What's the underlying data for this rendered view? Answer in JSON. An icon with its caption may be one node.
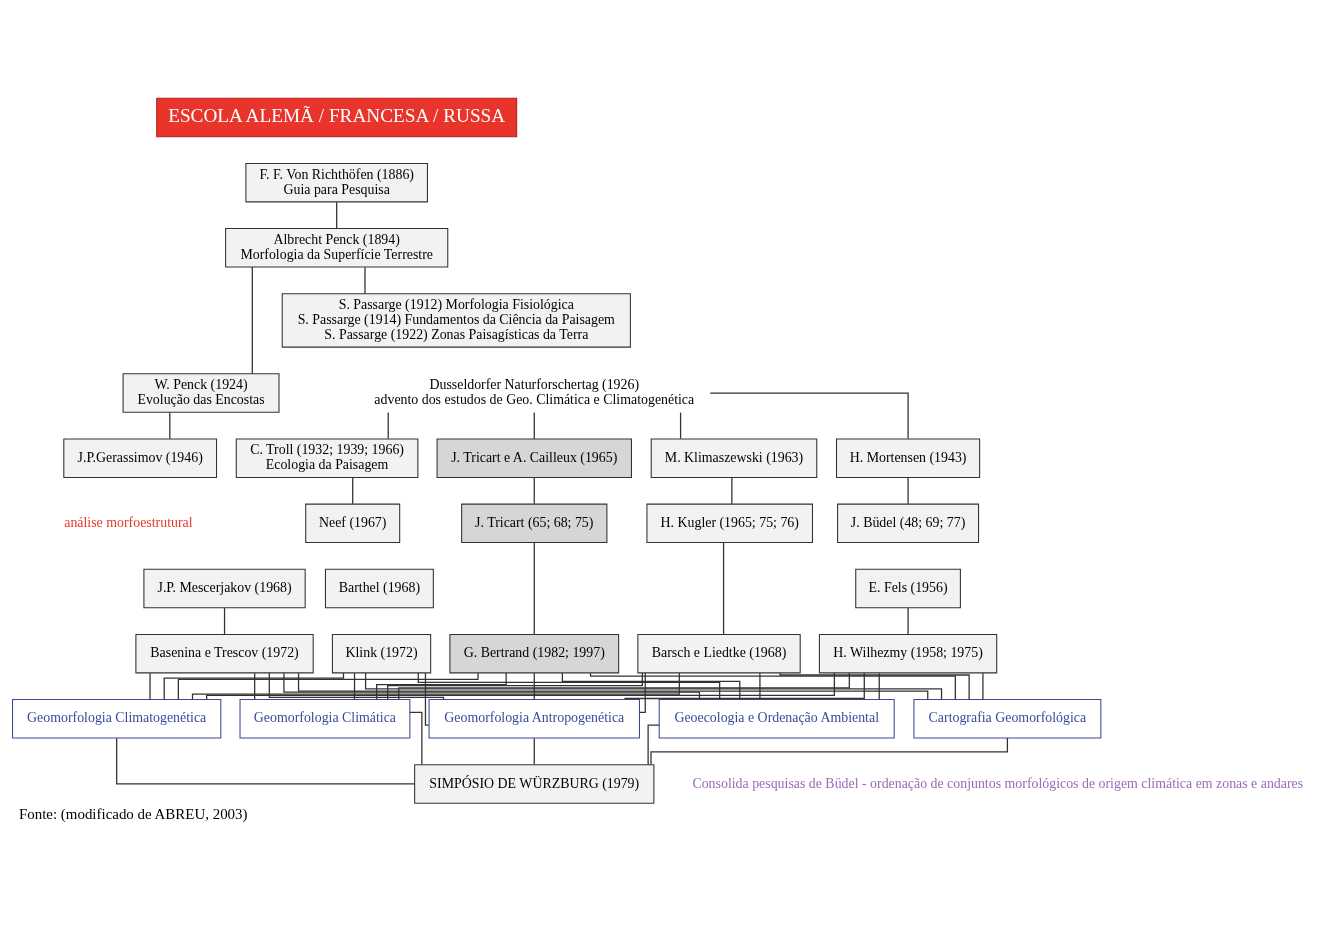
{
  "diagram": {
    "caption": "Fonte: (modificado de ABREU, 2003)",
    "nodes": [
      {
        "text": [
          "ESCOLA ALEMÃ / FRANCESA / RUSSA"
        ]
      },
      {
        "text": [
          "F. F. Von Richthöfen (1886)",
          "Guia para Pesquisa"
        ]
      },
      {
        "text": [
          "Albrecht Penck (1894)",
          "Morfologia da Superfície Terrestre"
        ]
      },
      {
        "text": [
          "W. Penck (1924)",
          "Evolução das Encostas"
        ]
      },
      {
        "text": [
          "S. Passarge (1912) Morfologia Fisiológica",
          "S. Passarge (1914) Fundamentos da Ciência da Paisagem",
          "S. Passarge (1922) Zonas Paisagísticas da Terra"
        ]
      },
      {
        "text": [
          "Dusseldorfer Naturforschertag (1926)",
          "advento dos estudos de Geo. Climática e Climatogenética"
        ]
      },
      {
        "text": [
          "J. Tricart e A. Cailleux (1965)"
        ]
      },
      {
        "text": [
          "J. Tricart (65; 68; 75)"
        ]
      },
      {
        "text": [
          "G. Bertrand (1982; 1997)"
        ]
      },
      {
        "text": [
          "J.P.Gerassimov (1946)"
        ],
        "beside": [
          "análise morfoestrutural"
        ]
      },
      {
        "text": [
          "J.P. Mescerjakov (1968)"
        ]
      },
      {
        "text": [
          "Basenina e Trescov (1972)"
        ]
      },
      {
        "text": [
          "M. Klimaszewski (1963)"
        ]
      },
      {
        "text": [
          "H. Kugler (1965; 75; 76)"
        ]
      },
      {
        "text": [
          "Barsch e Liedtke (1968)"
        ]
      },
      {
        "text": [
          "H. Mortensen (1943)"
        ]
      },
      {
        "text": [
          "J. Büdel (48; 69; 77)"
        ]
      },
      {
        "text": [
          "E. Fels (1956)"
        ]
      },
      {
        "text": [
          "H. Wilhezmy (1958; 1975)"
        ]
      },
      {
        "text": [
          "C. Troll (1932; 1939; 1966)",
          "Ecologia da Paisagem"
        ]
      },
      {
        "text": [
          "Neef (1967)"
        ]
      },
      {
        "text": [
          "Barthel (1968)"
        ]
      },
      {
        "text": [
          "Klink (1972)"
        ]
      },
      {
        "text": [
          "Cartografia Geomorfológica"
        ]
      },
      {
        "text": [
          "Geomorfologia Climatogenética"
        ]
      },
      {
        "text": [
          "Geomorfologia Climática"
        ]
      },
      {
        "text": [
          "Geomorfologia Antropogenética"
        ]
      },
      {
        "text": [
          "Geoecologia e Ordenação Ambiental"
        ]
      },
      {
        "text": [
          "SIMPÓSIO DE WÜRZBURG (1979)"
        ],
        "beside": [
          "Consolida pesquisas de Büdel - ordenação de conjuntos morfológicos de origem climática em zonas e andares"
        ]
      }
    ],
    "edges": [
      {
        "from": 1,
        "to": 2,
        "arrow": "none"
      },
      {
        "from": 2,
        "to": 3,
        "arrow": "none"
      },
      {
        "from": 2,
        "to": 4,
        "arrow": "none"
      },
      {
        "from": 5,
        "to": 6,
        "arrow": "none"
      },
      {
        "from": 3,
        "to": 9,
        "arrow": "none"
      },
      {
        "from": 5,
        "to": 12,
        "arrow": "none"
      },
      {
        "from": 5,
        "to": 15,
        "arrow": "none"
      },
      {
        "from": 5,
        "to": 19,
        "arrow": "none"
      },
      {
        "from": 6,
        "to": 7,
        "arrow": "none"
      },
      {
        "from": 7,
        "to": 8,
        "arrow": "none"
      },
      {
        "from": 10,
        "to": 11,
        "arrow": "none"
      },
      {
        "from": 12,
        "to": 13,
        "arrow": "none"
      },
      {
        "from": 13,
        "to": 14,
        "arrow": "none"
      },
      {
        "from": 15,
        "to": 16,
        "arrow": "none"
      },
      {
        "from": 17,
        "to": 18,
        "arrow": "none"
      },
      {
        "from": 19,
        "to": 20,
        "arrow": "none"
      },
      {
        "from": 8,
        "to": 23,
        "arrow": "none"
      },
      {
        "from": 8,
        "to": 24,
        "arrow": "none"
      },
      {
        "from": 8,
        "to": 25,
        "arrow": "none"
      },
      {
        "from": 8,
        "to": 26,
        "arrow": "none"
      },
      {
        "from": 8,
        "to": 27,
        "arrow": "none"
      },
      {
        "from": 11,
        "to": 23,
        "arrow": "none"
      },
      {
        "from": 11,
        "to": 24,
        "arrow": "none"
      },
      {
        "from": 11,
        "to": 25,
        "arrow": "none"
      },
      {
        "from": 11,
        "to": 26,
        "arrow": "none"
      },
      {
        "from": 11,
        "to": 27,
        "arrow": "none"
      },
      {
        "from": 14,
        "to": 23,
        "arrow": "none"
      },
      {
        "from": 14,
        "to": 24,
        "arrow": "none"
      },
      {
        "from": 14,
        "to": 25,
        "arrow": "none"
      },
      {
        "from": 14,
        "to": 26,
        "arrow": "none"
      },
      {
        "from": 14,
        "to": 27,
        "arrow": "none"
      },
      {
        "from": 18,
        "to": 23,
        "arrow": "none"
      },
      {
        "from": 18,
        "to": 24,
        "arrow": "none"
      },
      {
        "from": 18,
        "to": 25,
        "arrow": "none"
      },
      {
        "from": 18,
        "to": 26,
        "arrow": "none"
      },
      {
        "from": 18,
        "to": 27,
        "arrow": "none"
      },
      {
        "from": 22,
        "to": 23,
        "arrow": "none"
      },
      {
        "from": 22,
        "to": 24,
        "arrow": "none"
      },
      {
        "from": 22,
        "to": 25,
        "arrow": "none"
      },
      {
        "from": 22,
        "to": 26,
        "arrow": "none"
      },
      {
        "from": 22,
        "to": 27,
        "arrow": "none"
      },
      {
        "from": 23,
        "to": 28,
        "arrow": "none"
      },
      {
        "from": 24,
        "to": 28,
        "arrow": "none"
      },
      {
        "from": 25,
        "to": 28,
        "arrow": "none"
      },
      {
        "from": 26,
        "to": 28,
        "arrow": "none"
      },
      {
        "from": 27,
        "to": 28,
        "arrow": "none"
      }
    ]
  }
}
